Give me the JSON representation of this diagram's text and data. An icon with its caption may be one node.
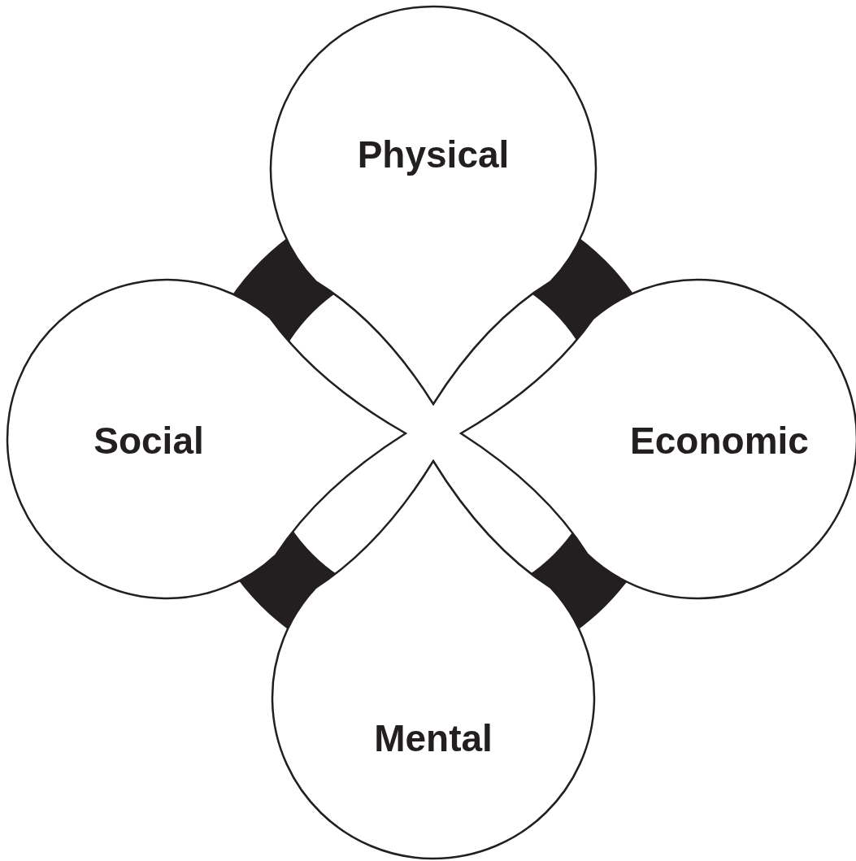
{
  "diagram": {
    "nodes": [
      {
        "text": [
          "Physical"
        ]
      },
      {
        "text": [
          "Social"
        ]
      },
      {
        "text": [
          "Economic"
        ]
      },
      {
        "text": [
          "Mental"
        ]
      }
    ]
  }
}
